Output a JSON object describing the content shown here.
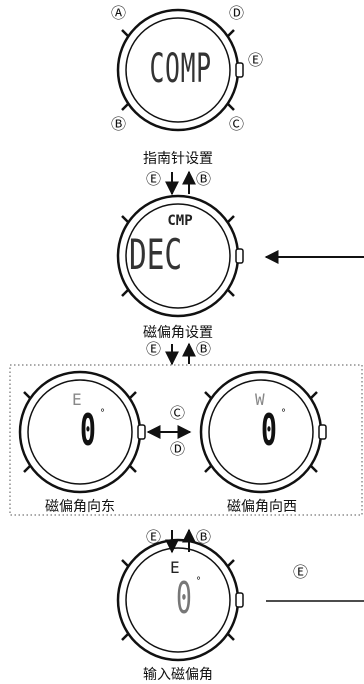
{
  "captions": {
    "compass_setting": "指南针设置",
    "declination_setting": "磁偏角设置",
    "declination_east": "磁偏角向东",
    "declination_west": "磁偏角向西",
    "declination_input": "输入磁偏角"
  },
  "buttons": {
    "A": "Ⓐ",
    "B": "Ⓑ",
    "C": "Ⓒ",
    "D": "Ⓓ",
    "E": "Ⓔ"
  },
  "watch_displays": {
    "watch1_main": "COMP",
    "watch2_top": "CMP",
    "watch2_main": "DEC",
    "watch3_dir": "E",
    "watch3_value": "0",
    "watch4_dir": "W",
    "watch4_value": "0",
    "watch5_dir": "E",
    "watch5_value": "0",
    "degree": "°"
  },
  "colors": {
    "line": "#111111",
    "lcd_text": "#222222",
    "lcd_faint": "#888888"
  }
}
